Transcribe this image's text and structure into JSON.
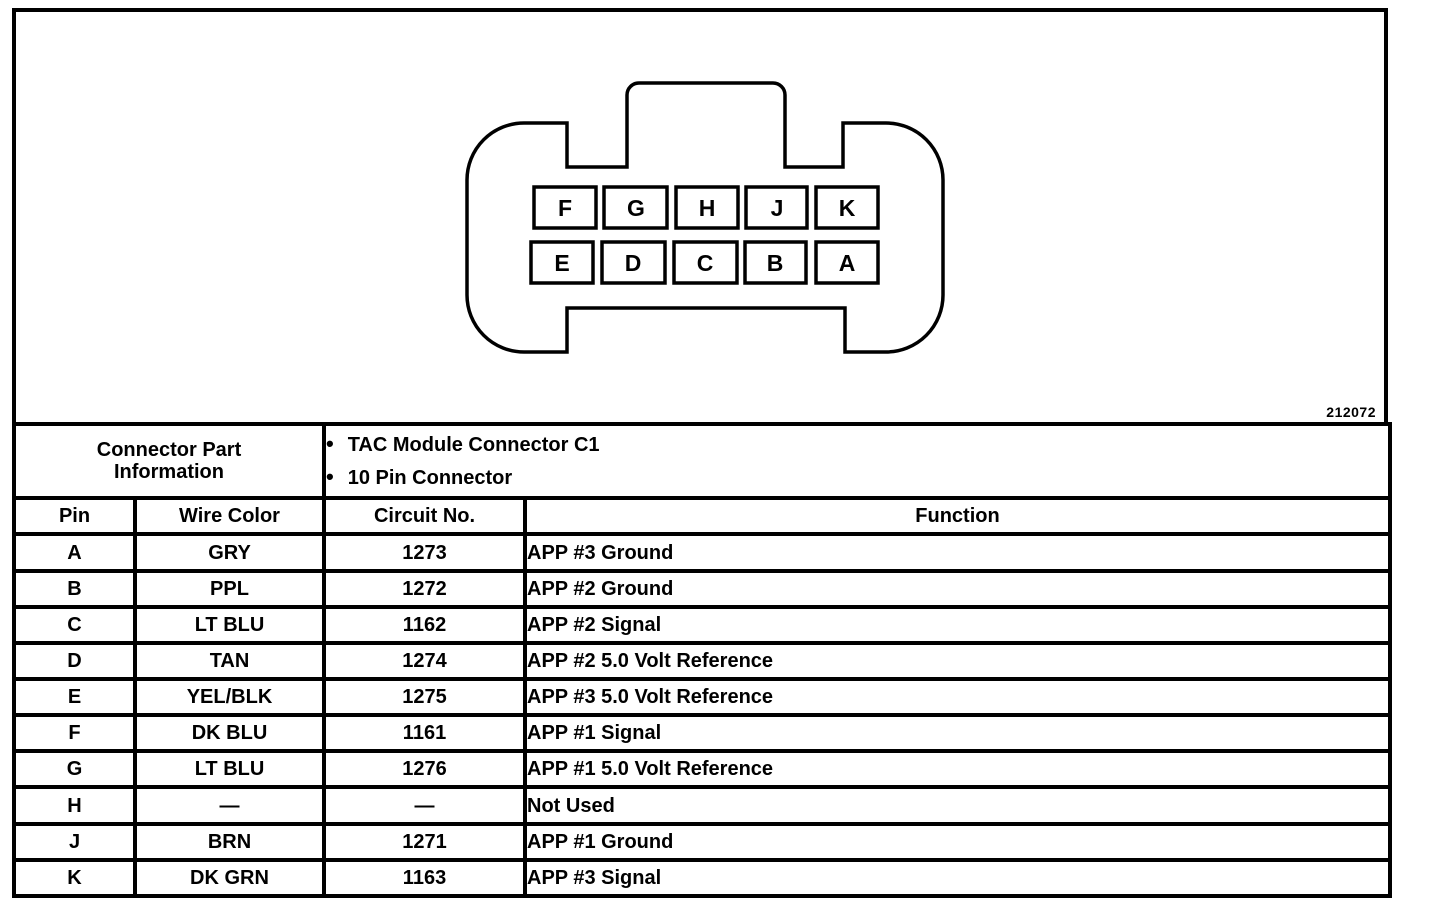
{
  "figure_number": "212072",
  "colors": {
    "ink": "#000000",
    "paper": "#ffffff"
  },
  "connector": {
    "pin_rows": [
      [
        "F",
        "G",
        "H",
        "J",
        "K"
      ],
      [
        "E",
        "D",
        "C",
        "B",
        "A"
      ]
    ]
  },
  "part_info": {
    "title_line1": "Connector Part",
    "title_line2": "Information",
    "bullet_icon": "•",
    "bullets": [
      "TAC Module Connector C1",
      "10 Pin Connector"
    ]
  },
  "table": {
    "headers": {
      "pin": "Pin",
      "wire_color": "Wire Color",
      "circuit_no": "Circuit No.",
      "function": "Function"
    },
    "rows": [
      {
        "pin": "A",
        "wire_color": "GRY",
        "circuit_no": "1273",
        "function": "APP #3 Ground"
      },
      {
        "pin": "B",
        "wire_color": "PPL",
        "circuit_no": "1272",
        "function": "APP #2 Ground"
      },
      {
        "pin": "C",
        "wire_color": "LT BLU",
        "circuit_no": "1162",
        "function": "APP #2 Signal"
      },
      {
        "pin": "D",
        "wire_color": "TAN",
        "circuit_no": "1274",
        "function": "APP #2 5.0 Volt Reference"
      },
      {
        "pin": "E",
        "wire_color": "YEL/BLK",
        "circuit_no": "1275",
        "function": "APP #3 5.0 Volt Reference"
      },
      {
        "pin": "F",
        "wire_color": "DK BLU",
        "circuit_no": "1161",
        "function": "APP #1 Signal"
      },
      {
        "pin": "G",
        "wire_color": "LT BLU",
        "circuit_no": "1276",
        "function": "APP #1 5.0 Volt Reference"
      },
      {
        "pin": "H",
        "wire_color": "—",
        "circuit_no": "—",
        "function": "Not Used"
      },
      {
        "pin": "J",
        "wire_color": "BRN",
        "circuit_no": "1271",
        "function": "APP #1 Ground"
      },
      {
        "pin": "K",
        "wire_color": "DK GRN",
        "circuit_no": "1163",
        "function": "APP #3 Signal"
      }
    ]
  }
}
